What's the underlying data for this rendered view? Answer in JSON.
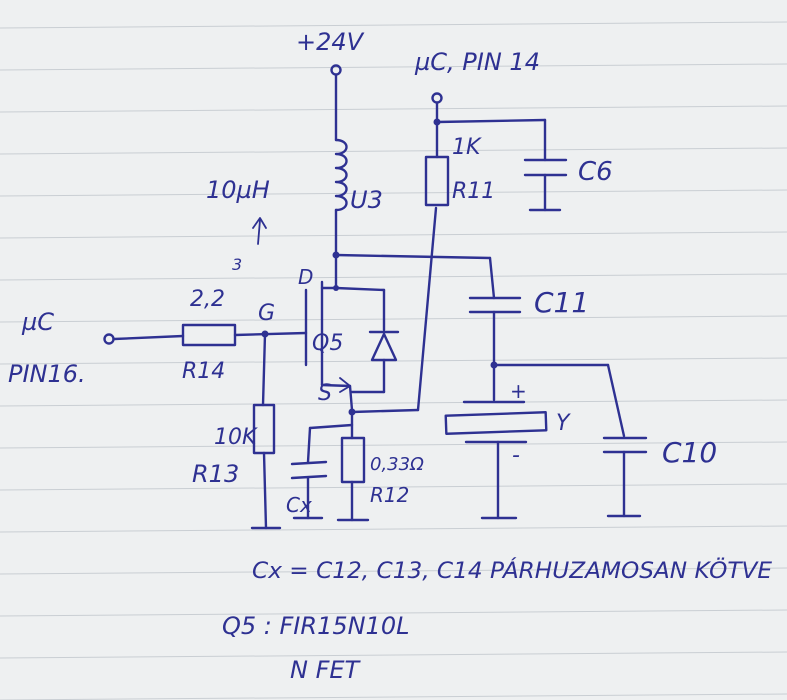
{
  "labels": {
    "supply": "+24V",
    "uc_pin14": "µC, PIN 14",
    "uc_left_line1": "µC",
    "uc_left_line2": "PIN16.",
    "r14_value": "2,2",
    "r14_name": "R14",
    "gate": "G",
    "drain": "D",
    "source": "S",
    "q5": "Q5",
    "inductor_value": "10µH",
    "inductor_name": "U3",
    "inductor_note": "3",
    "r11_value": "1K",
    "r11_name": "R11",
    "c6": "C6",
    "c11": "C11",
    "c10": "C10",
    "r13_value": "10K",
    "r13_name": "R13",
    "r12_value": "0,33Ω",
    "r12_name": "R12",
    "cx": "Cx",
    "piezo_plus": "+",
    "piezo_name": "Y",
    "piezo_minus": "-",
    "note_cx": "Cx = C12, C13, C14  PÁRHUZAMOSAN KÖTVE",
    "note_q5_line1": "Q5 : FIR15N10L",
    "note_q5_line2": "N FET"
  },
  "colors": {
    "ink": "#2e3192",
    "paper": "#eef0f1",
    "rule": "#c9ced3"
  }
}
